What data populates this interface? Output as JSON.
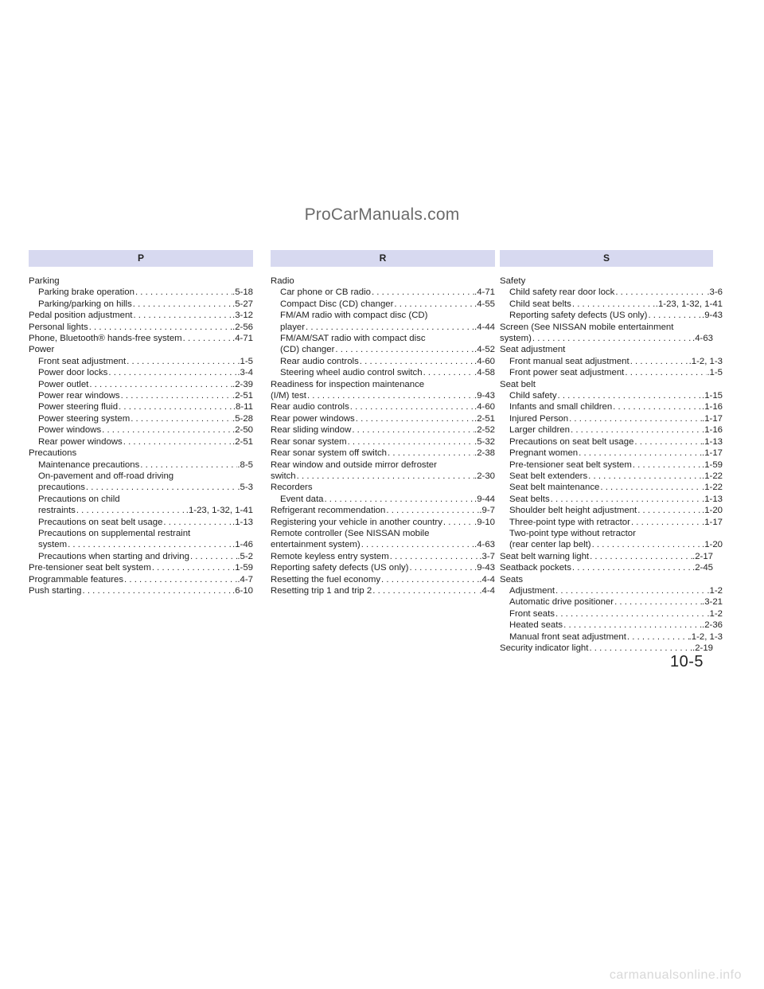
{
  "watermark": "ProCarManuals.com",
  "footer_mark": "carmanualsonline.info",
  "page_number": "10-5",
  "columns": [
    {
      "letter": "P",
      "entries": [
        {
          "level": 1,
          "text": "Parking"
        },
        {
          "level": 2,
          "text": "Parking brake operation",
          "page": ".5-18"
        },
        {
          "level": 2,
          "text": "Parking/parking on hills",
          "page": ".5-27"
        },
        {
          "level": 1,
          "text": "Pedal position adjustment",
          "page": ".3-12"
        },
        {
          "level": 1,
          "text": "Personal lights",
          "page": ".2-56"
        },
        {
          "level": 1,
          "text": "Phone, Bluetooth® hands-free system",
          "page": ".4-71"
        },
        {
          "level": 1,
          "text": "Power"
        },
        {
          "level": 2,
          "text": "Front seat adjustment",
          "page": ".1-5"
        },
        {
          "level": 2,
          "text": "Power door locks",
          "page": ".3-4"
        },
        {
          "level": 2,
          "text": "Power outlet",
          "page": ".2-39"
        },
        {
          "level": 2,
          "text": "Power rear windows",
          "page": ".2-51"
        },
        {
          "level": 2,
          "text": "Power steering fluid",
          "page": ".8-11"
        },
        {
          "level": 2,
          "text": "Power steering system",
          "page": ".5-28"
        },
        {
          "level": 2,
          "text": "Power windows",
          "page": ".2-50"
        },
        {
          "level": 2,
          "text": "Rear power windows",
          "page": ".2-51"
        },
        {
          "level": 1,
          "text": "Precautions"
        },
        {
          "level": 2,
          "text": "Maintenance precautions",
          "page": ".8-5"
        },
        {
          "level": 2,
          "text": "On-pavement and off-road driving"
        },
        {
          "level": 2,
          "text": "precautions",
          "page": ".5-3"
        },
        {
          "level": 2,
          "text": "Precautions on child"
        },
        {
          "level": 2,
          "text": "restraints",
          "page": ".1-23, 1-32, 1-41"
        },
        {
          "level": 2,
          "text": "Precautions on seat belt usage",
          "page": ".1-13"
        },
        {
          "level": 2,
          "text": "Precautions on supplemental restraint"
        },
        {
          "level": 2,
          "text": "system",
          "page": ".1-46"
        },
        {
          "level": 2,
          "text": "Precautions when starting and driving",
          "page": ".5-2"
        },
        {
          "level": 1,
          "text": "Pre-tensioner seat belt system",
          "page": ".1-59"
        },
        {
          "level": 1,
          "text": "Programmable features",
          "page": ".4-7"
        },
        {
          "level": 1,
          "text": "Push starting",
          "page": ".6-10"
        }
      ]
    },
    {
      "letter": "R",
      "entries": [
        {
          "level": 1,
          "text": "Radio"
        },
        {
          "level": 2,
          "text": "Car phone or CB radio",
          "page": ".4-71"
        },
        {
          "level": 2,
          "text": "Compact Disc (CD) changer",
          "page": ".4-55"
        },
        {
          "level": 2,
          "text": "FM/AM radio with compact disc (CD)"
        },
        {
          "level": 2,
          "text": "player",
          "page": ".4-44"
        },
        {
          "level": 2,
          "text": "FM/AM/SAT radio with compact disc"
        },
        {
          "level": 2,
          "text": "(CD) changer",
          "page": ".4-52"
        },
        {
          "level": 2,
          "text": "Rear audio controls",
          "page": ".4-60"
        },
        {
          "level": 2,
          "text": "Steering wheel audio control switch",
          "page": ".4-58"
        },
        {
          "level": 1,
          "text": "Readiness for inspection maintenance"
        },
        {
          "level": 1,
          "text": "(I/M) test",
          "page": ".9-43"
        },
        {
          "level": 1,
          "text": "Rear audio controls",
          "page": ".4-60"
        },
        {
          "level": 1,
          "text": "Rear power windows",
          "page": ".2-51"
        },
        {
          "level": 1,
          "text": "Rear sliding window",
          "page": ".2-52"
        },
        {
          "level": 1,
          "text": "Rear sonar system",
          "page": ".5-32"
        },
        {
          "level": 1,
          "text": "Rear sonar system off switch",
          "page": ".2-38"
        },
        {
          "level": 1,
          "text": "Rear window and outside mirror defroster"
        },
        {
          "level": 1,
          "text": "switch",
          "page": ".2-30"
        },
        {
          "level": 1,
          "text": "Recorders"
        },
        {
          "level": 2,
          "text": "Event data",
          "page": ".9-44"
        },
        {
          "level": 1,
          "text": "Refrigerant recommendation",
          "page": ".9-7"
        },
        {
          "level": 1,
          "text": "Registering your vehicle in another country",
          "page": ".9-10"
        },
        {
          "level": 1,
          "text": "Remote controller (See NISSAN mobile"
        },
        {
          "level": 1,
          "text": "entertainment system)",
          "page": ".4-63"
        },
        {
          "level": 1,
          "text": "Remote keyless entry system",
          "page": ".3-7"
        },
        {
          "level": 1,
          "text": "Reporting safety defects (US only)",
          "page": ".9-43"
        },
        {
          "level": 1,
          "text": "Resetting the fuel economy",
          "page": ".4-4"
        },
        {
          "level": 1,
          "text": "Resetting trip 1 and trip 2",
          "page": ".4-4"
        }
      ]
    },
    {
      "letter": "S",
      "entries": [
        {
          "level": 1,
          "text": "Safety"
        },
        {
          "level": 2,
          "text": "Child safety rear door lock",
          "page": ".3-6"
        },
        {
          "level": 2,
          "text": "Child seat belts",
          "page": ".1-23, 1-32, 1-41"
        },
        {
          "level": 2,
          "text": "Reporting safety defects (US only)",
          "page": ".9-43"
        },
        {
          "level": 1,
          "text": "Screen (See NISSAN mobile entertainment"
        },
        {
          "level": 1,
          "text": "system)",
          "page": ".4-63"
        },
        {
          "level": 1,
          "text": "Seat adjustment"
        },
        {
          "level": 2,
          "text": "Front manual seat adjustment",
          "page": ".1-2, 1-3"
        },
        {
          "level": 2,
          "text": "Front power seat adjustment",
          "page": ".1-5"
        },
        {
          "level": 1,
          "text": "Seat belt"
        },
        {
          "level": 2,
          "text": "Child safety",
          "page": ".1-15"
        },
        {
          "level": 2,
          "text": "Infants and small children",
          "page": ".1-16"
        },
        {
          "level": 2,
          "text": "Injured Person",
          "page": ".1-17"
        },
        {
          "level": 2,
          "text": "Larger children",
          "page": ".1-16"
        },
        {
          "level": 2,
          "text": "Precautions on seat belt usage",
          "page": ".1-13"
        },
        {
          "level": 2,
          "text": "Pregnant women",
          "page": ".1-17"
        },
        {
          "level": 2,
          "text": "Pre-tensioner seat belt system",
          "page": ".1-59"
        },
        {
          "level": 2,
          "text": "Seat belt extenders",
          "page": ".1-22"
        },
        {
          "level": 2,
          "text": "Seat belt maintenance",
          "page": ".1-22"
        },
        {
          "level": 2,
          "text": "Seat belts",
          "page": ".1-13"
        },
        {
          "level": 2,
          "text": "Shoulder belt height adjustment",
          "page": ".1-20"
        },
        {
          "level": 2,
          "text": "Three-point type with retractor",
          "page": ".1-17"
        },
        {
          "level": 2,
          "text": "Two-point type without retractor"
        },
        {
          "level": 2,
          "text": "(rear center lap belt)",
          "page": ".1-20"
        },
        {
          "level": 1,
          "text": "Seat belt warning light",
          "page": ".2-17"
        },
        {
          "level": 1,
          "text": "Seatback pockets",
          "page": ".2-45"
        },
        {
          "level": 1,
          "text": "Seats"
        },
        {
          "level": 2,
          "text": "Adjustment",
          "page": ".1-2"
        },
        {
          "level": 2,
          "text": "Automatic drive positioner",
          "page": ".3-21"
        },
        {
          "level": 2,
          "text": "Front seats",
          "page": ".1-2"
        },
        {
          "level": 2,
          "text": "Heated seats",
          "page": ".2-36"
        },
        {
          "level": 2,
          "text": "Manual front seat adjustment",
          "page": ".1-2, 1-3"
        },
        {
          "level": 1,
          "text": "Security indicator light",
          "page": ".2-19"
        }
      ]
    }
  ]
}
